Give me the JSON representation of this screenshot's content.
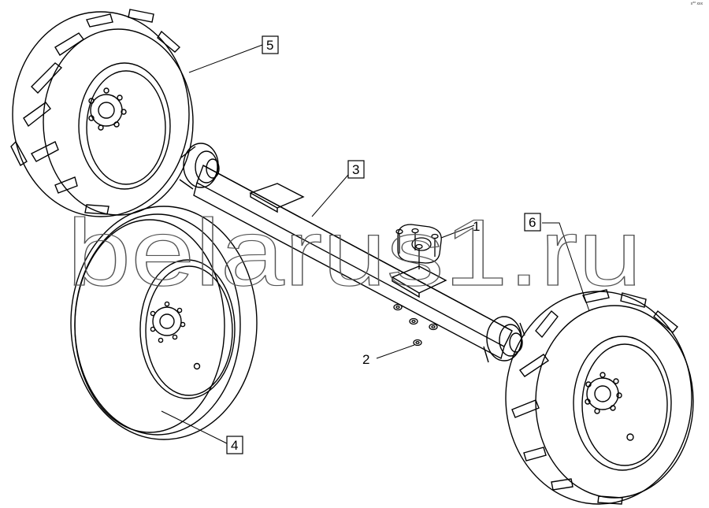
{
  "diagram": {
    "callouts": [
      {
        "id": "1",
        "boxed": false
      },
      {
        "id": "2",
        "boxed": false
      },
      {
        "id": "3",
        "boxed": true
      },
      {
        "id": "4",
        "boxed": true
      },
      {
        "id": "5",
        "boxed": true
      },
      {
        "id": "6",
        "boxed": true
      }
    ],
    "watermark": "belarus1.ru",
    "corner_code": "x** xxx"
  },
  "colors": {
    "line": "#000000",
    "watermark_stroke": "#555555",
    "background": "#ffffff"
  }
}
